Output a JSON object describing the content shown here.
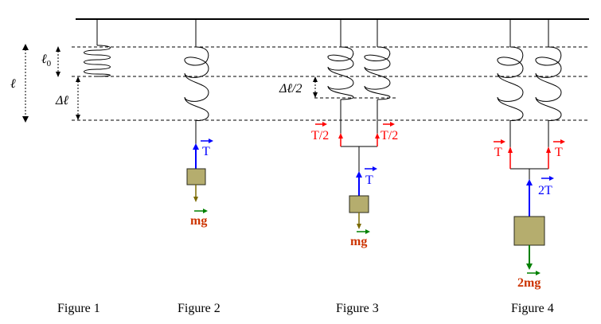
{
  "figures": {
    "figure_1": {
      "caption": "Figure 1"
    },
    "figure_2": {
      "caption": "Figure 2"
    },
    "figure_3": {
      "caption": "Figure 3"
    },
    "figure_4": {
      "caption": "Figure 4"
    }
  },
  "labels": {
    "ell": "ℓ",
    "ell0_main": "ℓ",
    "ell0_sub": "0",
    "delta_ell": "Δℓ",
    "delta_ell_half": "Δℓ/2",
    "t": "T",
    "t_half": "T/2",
    "two_t": "2T",
    "mg": "mg",
    "two_mg": "2mg"
  },
  "colors": {
    "tension": "#0000ff",
    "half_tension": "#ff0000",
    "weight_arrow": "#008000",
    "weight_text": "#cc3300",
    "mass_fill": "#b5ad6e",
    "mass_stroke": "#2a2a1e",
    "hanging_arrow": "#7a6a00",
    "line": "#000000"
  }
}
